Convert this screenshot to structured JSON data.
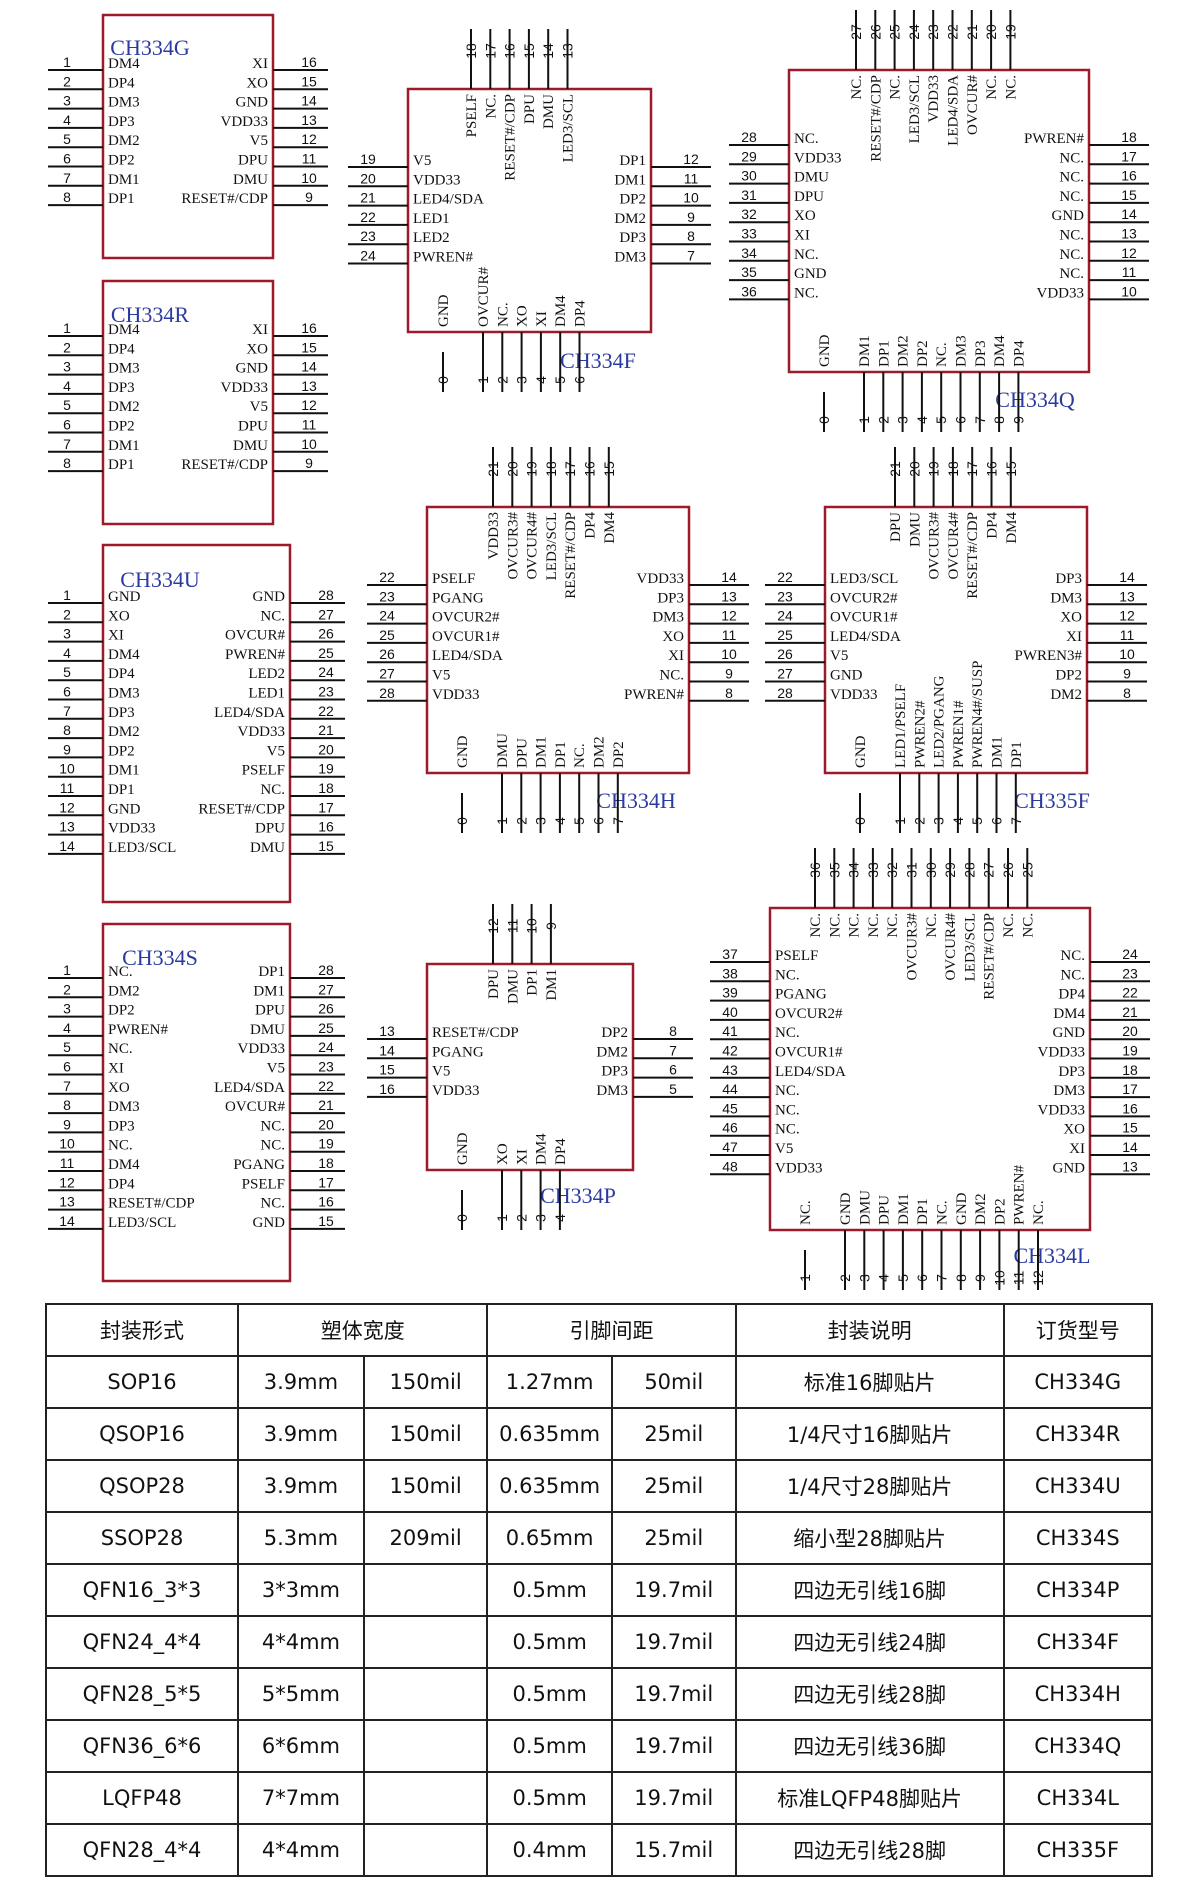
{
  "chips": [
    {
      "name": "CH334G",
      "type": "dip",
      "left": [
        [
          "1",
          "DM4"
        ],
        [
          "2",
          "DP4"
        ],
        [
          "3",
          "DM3"
        ],
        [
          "4",
          "DP3"
        ],
        [
          "5",
          "DM2"
        ],
        [
          "6",
          "DP2"
        ],
        [
          "7",
          "DM1"
        ],
        [
          "8",
          "DP1"
        ]
      ],
      "right": [
        [
          "16",
          "XI"
        ],
        [
          "15",
          "XO"
        ],
        [
          "14",
          "GND"
        ],
        [
          "13",
          "VDD33"
        ],
        [
          "12",
          "V5"
        ],
        [
          "11",
          "DPU"
        ],
        [
          "10",
          "DMU"
        ],
        [
          "9",
          "RESET#/CDP"
        ]
      ]
    },
    {
      "name": "CH334R",
      "type": "dip",
      "left": [
        [
          "1",
          "DM4"
        ],
        [
          "2",
          "DP4"
        ],
        [
          "3",
          "DM3"
        ],
        [
          "4",
          "DP3"
        ],
        [
          "5",
          "DM2"
        ],
        [
          "6",
          "DP2"
        ],
        [
          "7",
          "DM1"
        ],
        [
          "8",
          "DP1"
        ]
      ],
      "right": [
        [
          "16",
          "XI"
        ],
        [
          "15",
          "XO"
        ],
        [
          "14",
          "GND"
        ],
        [
          "13",
          "VDD33"
        ],
        [
          "12",
          "V5"
        ],
        [
          "11",
          "DPU"
        ],
        [
          "10",
          "DMU"
        ],
        [
          "9",
          "RESET#/CDP"
        ]
      ]
    },
    {
      "name": "CH334U",
      "type": "dip",
      "left": [
        [
          "1",
          "GND"
        ],
        [
          "2",
          "XO"
        ],
        [
          "3",
          "XI"
        ],
        [
          "4",
          "DM4"
        ],
        [
          "5",
          "DP4"
        ],
        [
          "6",
          "DM3"
        ],
        [
          "7",
          "DP3"
        ],
        [
          "8",
          "DM2"
        ],
        [
          "9",
          "DP2"
        ],
        [
          "10",
          "DM1"
        ],
        [
          "11",
          "DP1"
        ],
        [
          "12",
          "GND"
        ],
        [
          "13",
          "VDD33"
        ],
        [
          "14",
          "LED3/SCL"
        ]
      ],
      "right": [
        [
          "28",
          "GND"
        ],
        [
          "27",
          "NC."
        ],
        [
          "26",
          "OVCUR#"
        ],
        [
          "25",
          "PWREN#"
        ],
        [
          "24",
          "LED2"
        ],
        [
          "23",
          "LED1"
        ],
        [
          "22",
          "LED4/SDA"
        ],
        [
          "21",
          "VDD33"
        ],
        [
          "20",
          "V5"
        ],
        [
          "19",
          "PSELF"
        ],
        [
          "18",
          "NC."
        ],
        [
          "17",
          "RESET#/CDP"
        ],
        [
          "16",
          "DPU"
        ],
        [
          "15",
          "DMU"
        ]
      ]
    },
    {
      "name": "CH334S",
      "type": "dip",
      "left": [
        [
          "1",
          "NC."
        ],
        [
          "2",
          "DM2"
        ],
        [
          "3",
          "DP2"
        ],
        [
          "4",
          "PWREN#"
        ],
        [
          "5",
          "NC."
        ],
        [
          "6",
          "XI"
        ],
        [
          "7",
          "XO"
        ],
        [
          "8",
          "DM3"
        ],
        [
          "9",
          "DP3"
        ],
        [
          "10",
          "NC."
        ],
        [
          "11",
          "DM4"
        ],
        [
          "12",
          "DP4"
        ],
        [
          "13",
          "RESET#/CDP"
        ],
        [
          "14",
          "LED3/SCL"
        ]
      ],
      "right": [
        [
          "28",
          "DP1"
        ],
        [
          "27",
          "DM1"
        ],
        [
          "26",
          "DPU"
        ],
        [
          "25",
          "DMU"
        ],
        [
          "24",
          "VDD33"
        ],
        [
          "23",
          "V5"
        ],
        [
          "22",
          "LED4/SDA"
        ],
        [
          "21",
          "OVCUR#"
        ],
        [
          "20",
          "NC."
        ],
        [
          "19",
          "NC."
        ],
        [
          "18",
          "PGANG"
        ],
        [
          "17",
          "PSELF"
        ],
        [
          "16",
          "NC."
        ],
        [
          "15",
          "GND"
        ]
      ]
    },
    {
      "name": "CH334F",
      "type": "qfn",
      "left": [
        [
          "19",
          "V5"
        ],
        [
          "20",
          "VDD33"
        ],
        [
          "21",
          "LED4/SDA"
        ],
        [
          "22",
          "LED1"
        ],
        [
          "23",
          "LED2"
        ],
        [
          "24",
          "PWREN#"
        ]
      ],
      "right": [
        [
          "12",
          "DP1"
        ],
        [
          "11",
          "DM1"
        ],
        [
          "10",
          "DP2"
        ],
        [
          "9",
          "DM2"
        ],
        [
          "8",
          "DP3"
        ],
        [
          "7",
          "DM3"
        ]
      ],
      "top": [
        [
          "18",
          "PSELF"
        ],
        [
          "17",
          "NC."
        ],
        [
          "16",
          "RESET#/CDP"
        ],
        [
          "15",
          "DPU"
        ],
        [
          "14",
          "DMU"
        ],
        [
          "13",
          "LED3/SCL"
        ]
      ],
      "bottom": [
        [
          "0",
          "GND"
        ],
        [
          "1",
          "OVCUR#"
        ],
        [
          "2",
          "NC."
        ],
        [
          "3",
          "XO"
        ],
        [
          "4",
          "XI"
        ],
        [
          "5",
          "DM4"
        ],
        [
          "6",
          "DP4"
        ]
      ]
    },
    {
      "name": "CH334Q",
      "type": "qfn",
      "left": [
        [
          "28",
          "NC."
        ],
        [
          "29",
          "VDD33"
        ],
        [
          "30",
          "DMU"
        ],
        [
          "31",
          "DPU"
        ],
        [
          "32",
          "XO"
        ],
        [
          "33",
          "XI"
        ],
        [
          "34",
          "NC."
        ],
        [
          "35",
          "GND"
        ],
        [
          "36",
          "NC."
        ]
      ],
      "right": [
        [
          "18",
          "PWREN#"
        ],
        [
          "17",
          "NC."
        ],
        [
          "16",
          "NC."
        ],
        [
          "15",
          "NC."
        ],
        [
          "14",
          "GND"
        ],
        [
          "13",
          "NC."
        ],
        [
          "12",
          "NC."
        ],
        [
          "11",
          "NC."
        ],
        [
          "10",
          "VDD33"
        ]
      ],
      "top": [
        [
          "27",
          "NC."
        ],
        [
          "26",
          "RESET#/CDP"
        ],
        [
          "25",
          "NC."
        ],
        [
          "24",
          "LED3/SCL"
        ],
        [
          "23",
          "VDD33"
        ],
        [
          "22",
          "LED4/SDA"
        ],
        [
          "21",
          "OVCUR#"
        ],
        [
          "20",
          "NC."
        ],
        [
          "19",
          "NC."
        ]
      ],
      "bottom": [
        [
          "0",
          "GND"
        ],
        [
          "1",
          "DM1"
        ],
        [
          "2",
          "DP1"
        ],
        [
          "3",
          "DM2"
        ],
        [
          "4",
          "DP2"
        ],
        [
          "5",
          "NC."
        ],
        [
          "6",
          "DM3"
        ],
        [
          "7",
          "DP3"
        ],
        [
          "8",
          "DM4"
        ],
        [
          "9",
          "DP4"
        ]
      ]
    },
    {
      "name": "CH334H",
      "type": "qfn",
      "left": [
        [
          "22",
          "PSELF"
        ],
        [
          "23",
          "PGANG"
        ],
        [
          "24",
          "OVCUR2#"
        ],
        [
          "25",
          "OVCUR1#"
        ],
        [
          "26",
          "LED4/SDA"
        ],
        [
          "27",
          "V5"
        ],
        [
          "28",
          "VDD33"
        ]
      ],
      "right": [
        [
          "14",
          "VDD33"
        ],
        [
          "13",
          "DP3"
        ],
        [
          "12",
          "DM3"
        ],
        [
          "11",
          "XO"
        ],
        [
          "10",
          "XI"
        ],
        [
          "9",
          "NC."
        ],
        [
          "8",
          "PWREN#"
        ]
      ],
      "top": [
        [
          "21",
          "VDD33"
        ],
        [
          "20",
          "OVCUR3#"
        ],
        [
          "19",
          "OVCUR4#"
        ],
        [
          "18",
          "LED3/SCL"
        ],
        [
          "17",
          "RESET#/CDP"
        ],
        [
          "16",
          "DP4"
        ],
        [
          "15",
          "DM4"
        ]
      ],
      "bottom": [
        [
          "0",
          "GND"
        ],
        [
          "1",
          "DMU"
        ],
        [
          "2",
          "DPU"
        ],
        [
          "3",
          "DM1"
        ],
        [
          "4",
          "DP1"
        ],
        [
          "5",
          "NC."
        ],
        [
          "6",
          "DM2"
        ],
        [
          "7",
          "DP2"
        ]
      ]
    },
    {
      "name": "CH335F",
      "type": "qfn",
      "left": [
        [
          "22",
          "LED3/SCL"
        ],
        [
          "23",
          "OVCUR2#"
        ],
        [
          "24",
          "OVCUR1#"
        ],
        [
          "25",
          "LED4/SDA"
        ],
        [
          "26",
          "V5"
        ],
        [
          "27",
          "GND"
        ],
        [
          "28",
          "VDD33"
        ]
      ],
      "right": [
        [
          "14",
          "DP3"
        ],
        [
          "13",
          "DM3"
        ],
        [
          "12",
          "XO"
        ],
        [
          "11",
          "XI"
        ],
        [
          "10",
          "PWREN3#"
        ],
        [
          "9",
          "DP2"
        ],
        [
          "8",
          "DM2"
        ]
      ],
      "top": [
        [
          "21",
          "DPU"
        ],
        [
          "20",
          "DMU"
        ],
        [
          "19",
          "OVCUR3#"
        ],
        [
          "18",
          "OVCUR4#"
        ],
        [
          "17",
          "RESET#/CDP"
        ],
        [
          "16",
          "DP4"
        ],
        [
          "15",
          "DM4"
        ]
      ],
      "bottom": [
        [
          "0",
          "GND"
        ],
        [
          "1",
          "LED1/PSELF"
        ],
        [
          "2",
          "PWREN2#"
        ],
        [
          "3",
          "LED2/PGANG"
        ],
        [
          "4",
          "PWREN1#"
        ],
        [
          "5",
          "PWREN4#/SUSP"
        ],
        [
          "6",
          "DM1"
        ],
        [
          "7",
          "DP1"
        ]
      ]
    },
    {
      "name": "CH334P",
      "type": "qfn",
      "left": [
        [
          "13",
          "RESET#/CDP"
        ],
        [
          "14",
          "PGANG"
        ],
        [
          "15",
          "V5"
        ],
        [
          "16",
          "VDD33"
        ]
      ],
      "right": [
        [
          "8",
          "DP2"
        ],
        [
          "7",
          "DM2"
        ],
        [
          "6",
          "DP3"
        ],
        [
          "5",
          "DM3"
        ]
      ],
      "top": [
        [
          "12",
          "DPU"
        ],
        [
          "11",
          "DMU"
        ],
        [
          "10",
          "DP1"
        ],
        [
          "9",
          "DM1"
        ]
      ],
      "bottom": [
        [
          "0",
          "GND"
        ],
        [
          "1",
          "XO"
        ],
        [
          "2",
          "XI"
        ],
        [
          "3",
          "DM4"
        ],
        [
          "4",
          "DP4"
        ]
      ]
    },
    {
      "name": "CH334L",
      "type": "qfn",
      "left": [
        [
          "37",
          "PSELF"
        ],
        [
          "38",
          "NC."
        ],
        [
          "39",
          "PGANG"
        ],
        [
          "40",
          "OVCUR2#"
        ],
        [
          "41",
          "NC."
        ],
        [
          "42",
          "OVCUR1#"
        ],
        [
          "43",
          "LED4/SDA"
        ],
        [
          "44",
          "NC."
        ],
        [
          "45",
          "NC."
        ],
        [
          "46",
          "NC."
        ],
        [
          "47",
          "V5"
        ],
        [
          "48",
          "VDD33"
        ]
      ],
      "right": [
        [
          "24",
          "NC."
        ],
        [
          "23",
          "NC."
        ],
        [
          "22",
          "DP4"
        ],
        [
          "21",
          "DM4"
        ],
        [
          "20",
          "GND"
        ],
        [
          "19",
          "VDD33"
        ],
        [
          "18",
          "DP3"
        ],
        [
          "17",
          "DM3"
        ],
        [
          "16",
          "VDD33"
        ],
        [
          "15",
          "XO"
        ],
        [
          "14",
          "XI"
        ],
        [
          "13",
          "GND"
        ]
      ],
      "top": [
        [
          "36",
          "NC."
        ],
        [
          "35",
          "NC."
        ],
        [
          "34",
          "NC."
        ],
        [
          "33",
          "NC."
        ],
        [
          "32",
          "NC."
        ],
        [
          "31",
          "OVCUR3#"
        ],
        [
          "30",
          "NC."
        ],
        [
          "29",
          "OVCUR4#"
        ],
        [
          "28",
          "LED3/SCL"
        ],
        [
          "27",
          "RESET#/CDP"
        ],
        [
          "26",
          "NC."
        ],
        [
          "25",
          "NC."
        ]
      ],
      "bottom": [
        [
          "1",
          "NC."
        ],
        [
          "2",
          "GND"
        ],
        [
          "3",
          "DMU"
        ],
        [
          "4",
          "DPU"
        ],
        [
          "5",
          "DM1"
        ],
        [
          "6",
          "DP1"
        ],
        [
          "7",
          "NC."
        ],
        [
          "8",
          "GND"
        ],
        [
          "9",
          "DM2"
        ],
        [
          "10",
          "DP2"
        ],
        [
          "11",
          "PWREN#"
        ],
        [
          "12",
          "NC."
        ]
      ]
    }
  ],
  "table": {
    "headers": [
      "封装形式",
      "塑体宽度",
      "引脚间距",
      "封装说明",
      "订货型号"
    ],
    "rows": [
      [
        "SOP16",
        "3.9mm",
        "150mil",
        "1.27mm",
        "50mil",
        "标准16脚贴片",
        "CH334G"
      ],
      [
        "QSOP16",
        "3.9mm",
        "150mil",
        "0.635mm",
        "25mil",
        "1/4尺寸16脚贴片",
        "CH334R"
      ],
      [
        "QSOP28",
        "3.9mm",
        "150mil",
        "0.635mm",
        "25mil",
        "1/4尺寸28脚贴片",
        "CH334U"
      ],
      [
        "SSOP28",
        "5.3mm",
        "209mil",
        "0.65mm",
        "25mil",
        "缩小型28脚贴片",
        "CH334S"
      ],
      [
        "QFN16_3*3",
        "3*3mm",
        "",
        "0.5mm",
        "19.7mil",
        "四边无引线16脚",
        "CH334P"
      ],
      [
        "QFN24_4*4",
        "4*4mm",
        "",
        "0.5mm",
        "19.7mil",
        "四边无引线24脚",
        "CH334F"
      ],
      [
        "QFN28_5*5",
        "5*5mm",
        "",
        "0.5mm",
        "19.7mil",
        "四边无引线28脚",
        "CH334H"
      ],
      [
        "QFN36_6*6",
        "6*6mm",
        "",
        "0.5mm",
        "19.7mil",
        "四边无引线36脚",
        "CH334Q"
      ],
      [
        "LQFP48",
        "7*7mm",
        "",
        "0.5mm",
        "19.7mil",
        "标准LQFP48脚贴片",
        "CH334L"
      ],
      [
        "QFN28_4*4",
        "4*4mm",
        "",
        "0.4mm",
        "15.7mil",
        "四边无引线28脚",
        "CH335F"
      ]
    ]
  }
}
